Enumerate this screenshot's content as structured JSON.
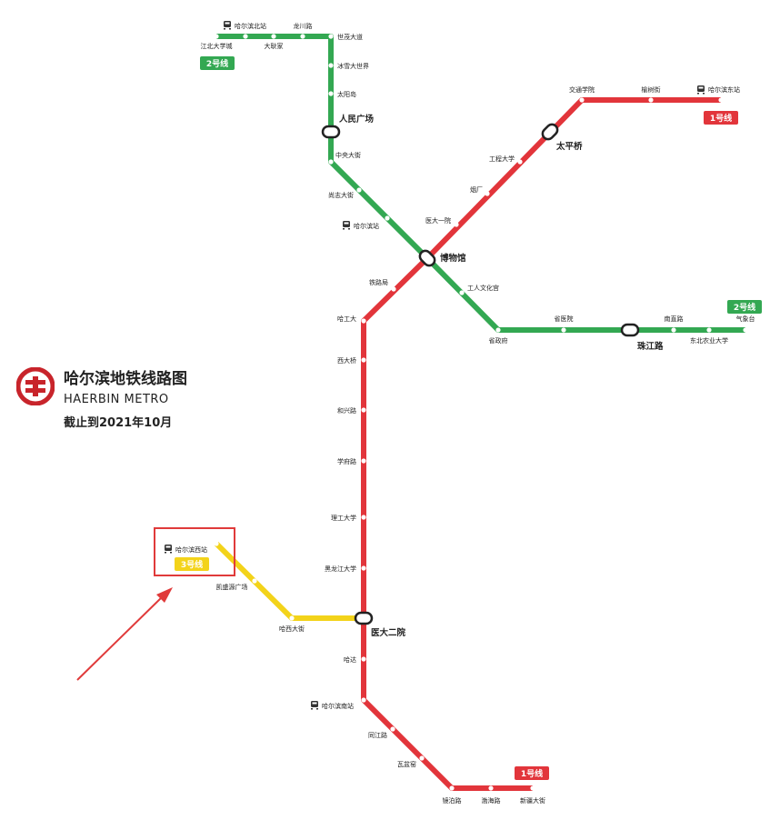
{
  "map": {
    "title": "哈尔滨地铁线路图",
    "subtitle": "HAERBIN METRO",
    "date_note": "截止到2021年10月",
    "line_colors": {
      "line1": "#e2353b",
      "line2": "#33a852",
      "line3": "#f3d31a"
    },
    "line_tags": {
      "line1_top": "1号线",
      "line1_bottom": "1号线",
      "line2_top": "2号线",
      "line2_right": "2号线",
      "line3": "3号线"
    },
    "interchanges": {
      "renmin": "人民广场",
      "taiping": "太平桥",
      "bowuguan": "博物馆",
      "zhujiang": "珠江路",
      "yida2": "医大二院"
    },
    "stations": {
      "harbin_north": "哈尔滨北站",
      "longchuan": "龙川路",
      "jiangbei": "江北大学城",
      "dageng": "大耿家",
      "shimao": "世茂大道",
      "binxue": "冰雪大世界",
      "taiyang": "太阳岛",
      "zhongyang": "中央大街",
      "shangzhi": "尚志大街",
      "harbin_station": "哈尔滨站",
      "jiaotong": "交通学院",
      "yushu": "榆树街",
      "harbin_east": "哈尔滨东站",
      "gongcheng": "工程大学",
      "yanchang": "烟厂",
      "yida1": "医大一院",
      "gongren": "工人文化宫",
      "tieluju": "铁路局",
      "hagongda": "哈工大",
      "shengzhengfu": "省政府",
      "shengyiyuan": "省医院",
      "nanzhi": "南直路",
      "qixiangtai": "气象台",
      "dongnong": "东北农业大学",
      "xidaqiao": "西大桥",
      "hexing": "和兴路",
      "xuefu": "学府路",
      "ligong": "理工大学",
      "heida": "黑龙江大学",
      "harbin_west": "哈尔滨西站",
      "kaisheng": "凯盛源广场",
      "haxi": "哈西大街",
      "hada": "哈达",
      "harbin_south": "哈尔滨南站",
      "tongjiang": "同江路",
      "wayao": "瓦盆窑",
      "jingbo": "镜泊路",
      "bohai": "渤海路",
      "xinjiang": "新疆大街"
    }
  }
}
